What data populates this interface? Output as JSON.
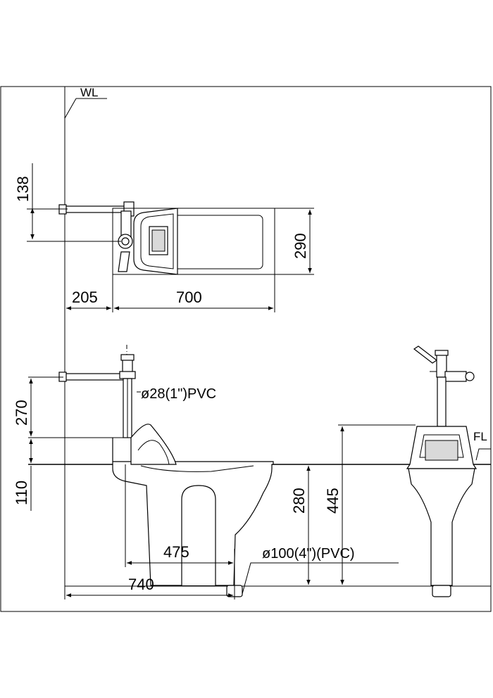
{
  "labels": {
    "wall_line": "WL",
    "floor_line": "FL",
    "inlet_pipe": "ø28(1\")PVC",
    "outlet_pipe": "ø100(4\")(PVC)"
  },
  "dimensions": {
    "d138": "138",
    "d290": "290",
    "d205": "205",
    "d700": "700",
    "d270": "270",
    "d110": "110",
    "d280": "280",
    "d445": "445",
    "d475": "475",
    "d740": "740"
  }
}
